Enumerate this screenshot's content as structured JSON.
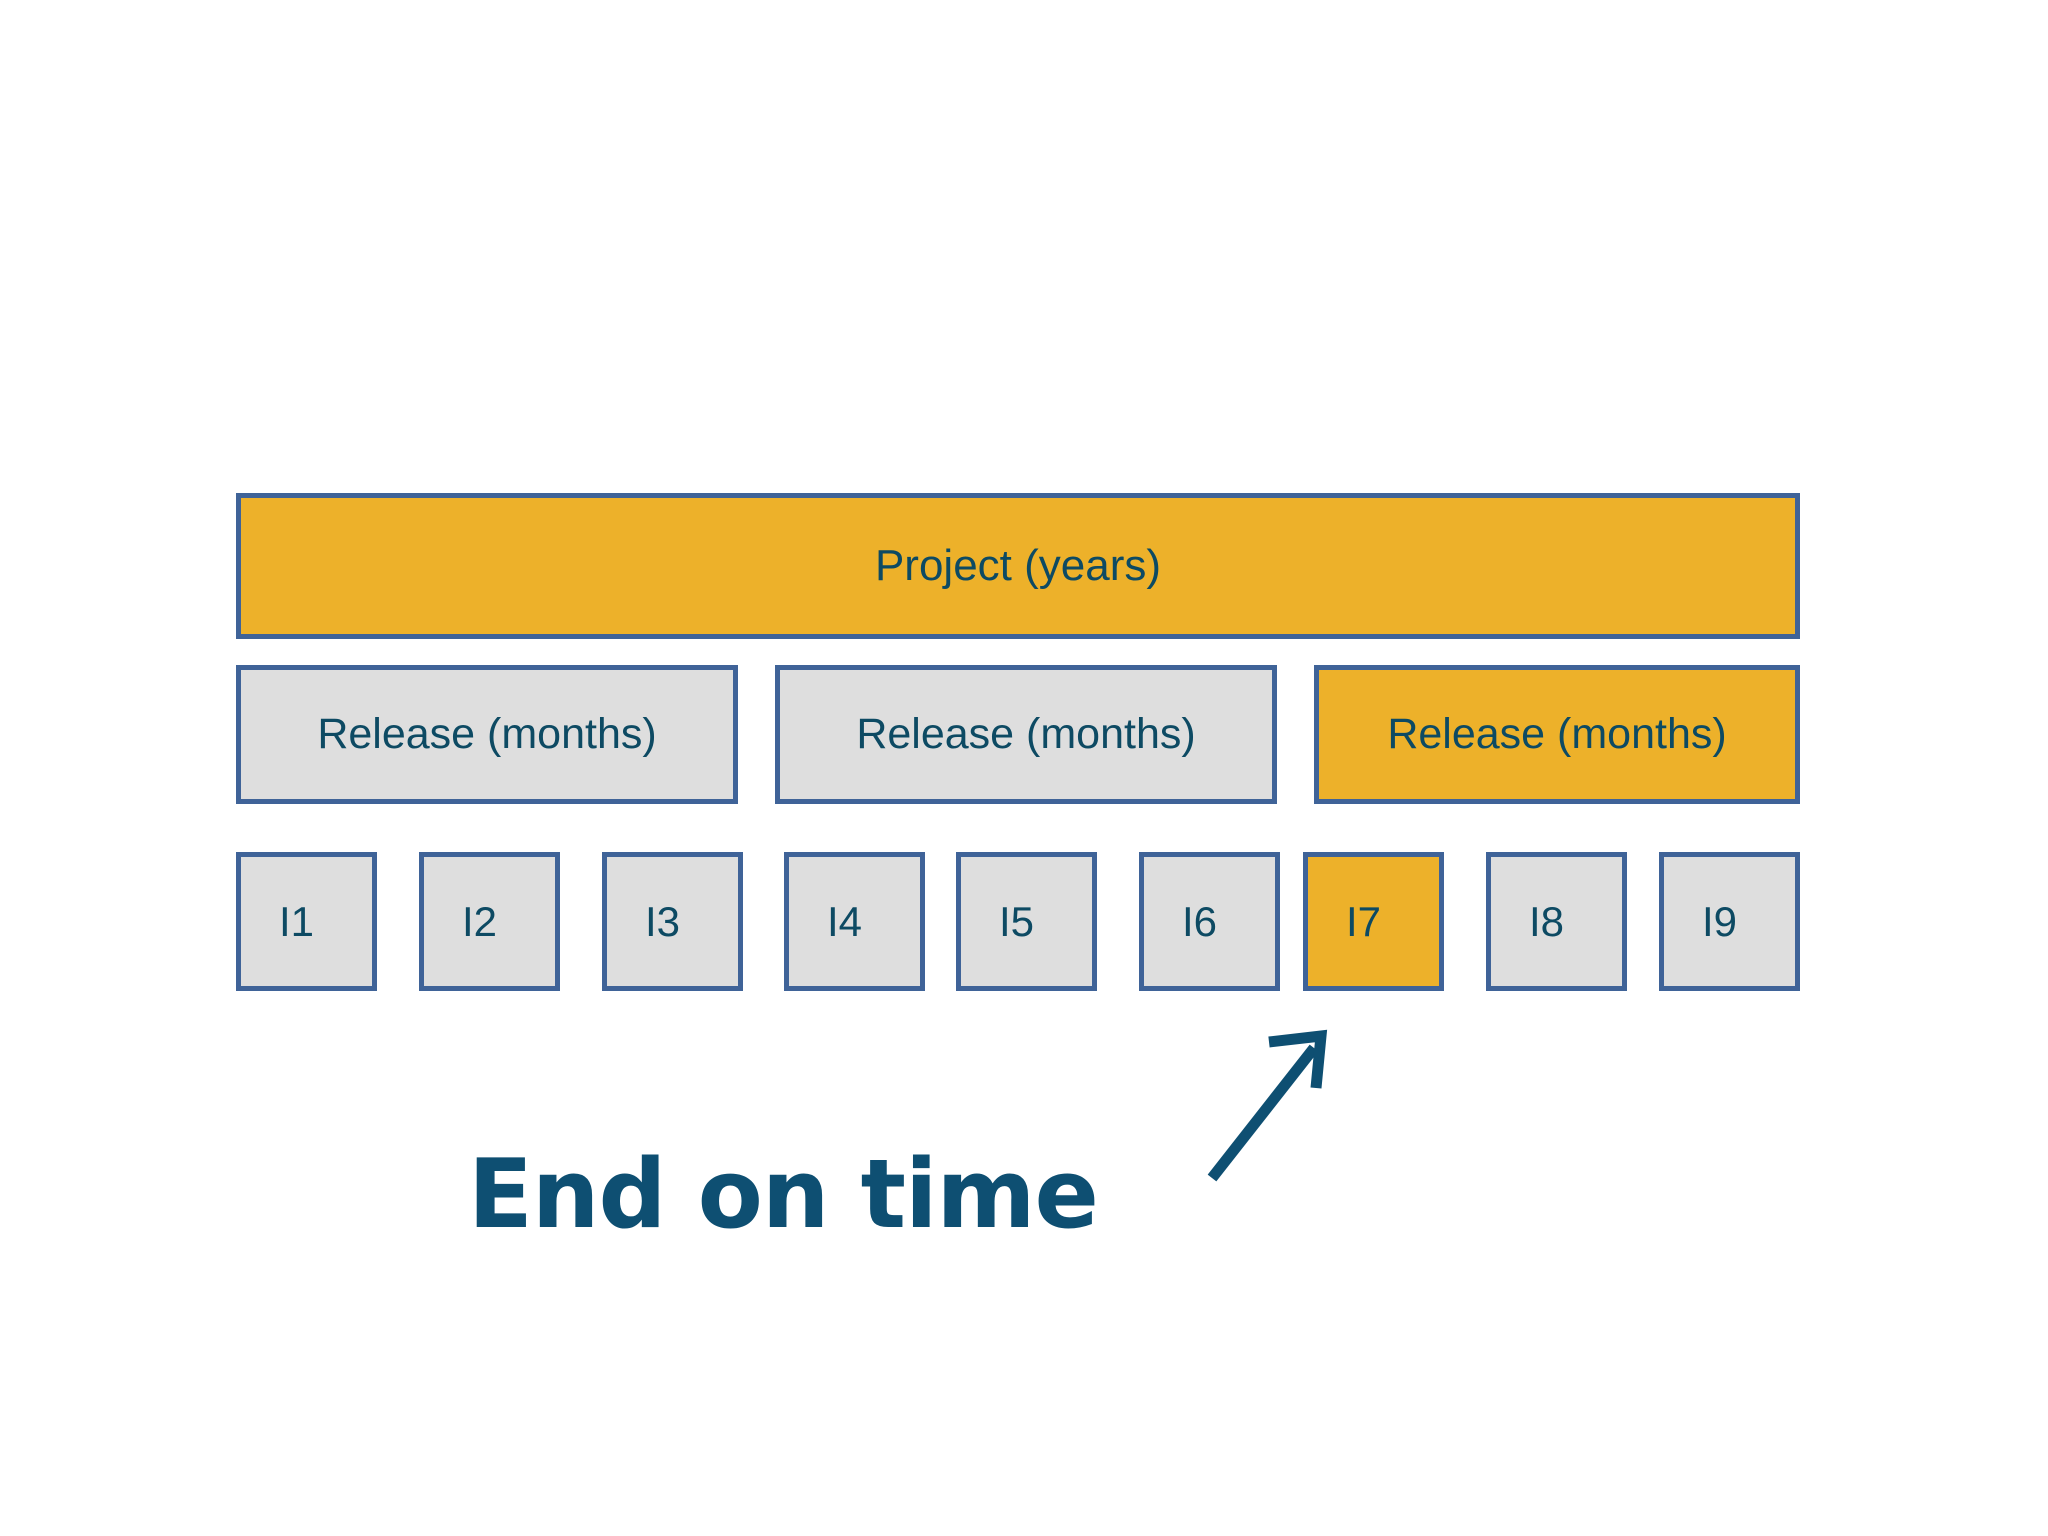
{
  "slide": {
    "background_color": "#ffffff",
    "accent_gold": "#edb12a",
    "neutral_gray": "#dedede",
    "border_blue": "#3f6398",
    "text_teal": "#0d4a63",
    "caption_blue": "#0e4f72"
  },
  "project": {
    "label": "Project (years)",
    "fill": "gold"
  },
  "releases": [
    {
      "label": "Release (months)",
      "fill": "gray",
      "highlighted": false
    },
    {
      "label": "Release (months)",
      "fill": "gray",
      "highlighted": false
    },
    {
      "label": "Release (months)",
      "fill": "gold",
      "highlighted": true
    }
  ],
  "iterations": [
    {
      "label": "I1",
      "fill": "gray",
      "highlighted": false
    },
    {
      "label": "I2",
      "fill": "gray",
      "highlighted": false
    },
    {
      "label": "I3",
      "fill": "gray",
      "highlighted": false
    },
    {
      "label": "I4",
      "fill": "gray",
      "highlighted": false
    },
    {
      "label": "I5",
      "fill": "gray",
      "highlighted": false
    },
    {
      "label": "I6",
      "fill": "gray",
      "highlighted": false
    },
    {
      "label": "I7",
      "fill": "gold",
      "highlighted": true
    },
    {
      "label": "I8",
      "fill": "gray",
      "highlighted": false
    },
    {
      "label": "I9",
      "fill": "gray",
      "highlighted": false
    }
  ],
  "callout": {
    "caption": "End on time",
    "arrow_icon": "arrow-up-right-icon",
    "arrow_points_to": "I7"
  }
}
